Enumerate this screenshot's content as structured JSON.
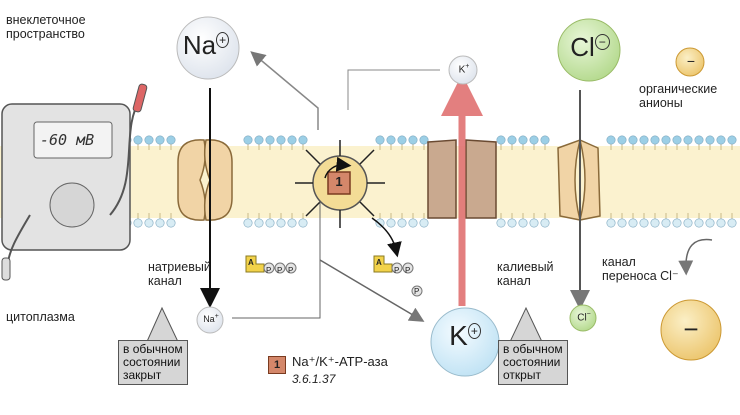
{
  "labels": {
    "extracellular": [
      "внеклеточное",
      "пространство"
    ],
    "cytoplasm": "цитоплазма",
    "organic_anions": [
      "органические",
      "анионы"
    ],
    "sodium_channel": [
      "натриевый",
      "канал"
    ],
    "potassium_channel": [
      "калиевый",
      "канал"
    ],
    "chloride_channel": [
      "канал",
      "переноса Cl⁻"
    ]
  },
  "ions": {
    "na_big": "Na",
    "na_small": "Na",
    "cl_big": "Cl",
    "cl_small": "Cl",
    "k_big": "K",
    "k_small": "K",
    "charge_plus": "+",
    "charge_minus": "−"
  },
  "voltmeter": {
    "reading": "-60 мВ"
  },
  "atp": {
    "a": "A",
    "p": "P"
  },
  "callouts": {
    "na_closed": [
      "в обычном",
      "состоянии",
      "закрыт"
    ],
    "k_open": [
      "в обычном",
      "состоянии",
      "открыт"
    ]
  },
  "legend": {
    "number": "1",
    "enzyme": "Na⁺/K⁺-АТР-аза",
    "ec_number": "3.6.1.37"
  },
  "colors": {
    "na": "#e8ecf2",
    "cl": "#c9e6a8",
    "k": "#d8ecf7",
    "organic_anion": "#f3dc96",
    "channel": "#f1d4a6",
    "k_channel": "#c9a98f",
    "membrane_head_top": "#9ccfe6",
    "membrane_head_bottom": "#d8ecf4",
    "lipid_core": "#fbf2cf",
    "k_arrow": "#e07272"
  }
}
